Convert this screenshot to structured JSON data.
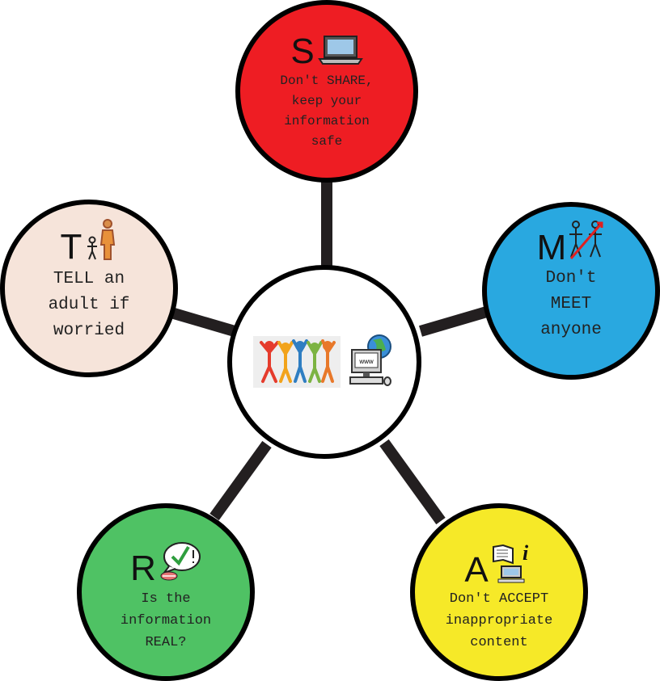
{
  "diagram": {
    "center": {
      "logo_icon": "people-celebrating-icon",
      "computer_icon": "www-computer-globe-icon",
      "computer_screen_text": "www"
    },
    "nodes": [
      {
        "id": "s",
        "letter": "S",
        "icon": "laptop-icon",
        "text": "Don't SHARE,\nkeep your\ninformation\nsafe",
        "color": "#ee1d23"
      },
      {
        "id": "m",
        "letter": "M",
        "icon": "do-not-meet-stranger-icon",
        "text": "Don't\nMEET\nanyone",
        "color": "#29a8e0"
      },
      {
        "id": "a",
        "letter": "A",
        "icon": "reading-computer-information-icon",
        "text": "Don't ACCEPT\ninappropriate\ncontent",
        "color": "#f6e928"
      },
      {
        "id": "r",
        "letter": "R",
        "icon": "speech-bubble-tick-icon",
        "text": "Is the\ninformation\nREAL?",
        "color": "#4fc264"
      },
      {
        "id": "t",
        "letter": "T",
        "icon": "child-and-adult-icon",
        "text": "TELL an\nadult if\nworried",
        "color": "#f6e4da"
      }
    ]
  }
}
